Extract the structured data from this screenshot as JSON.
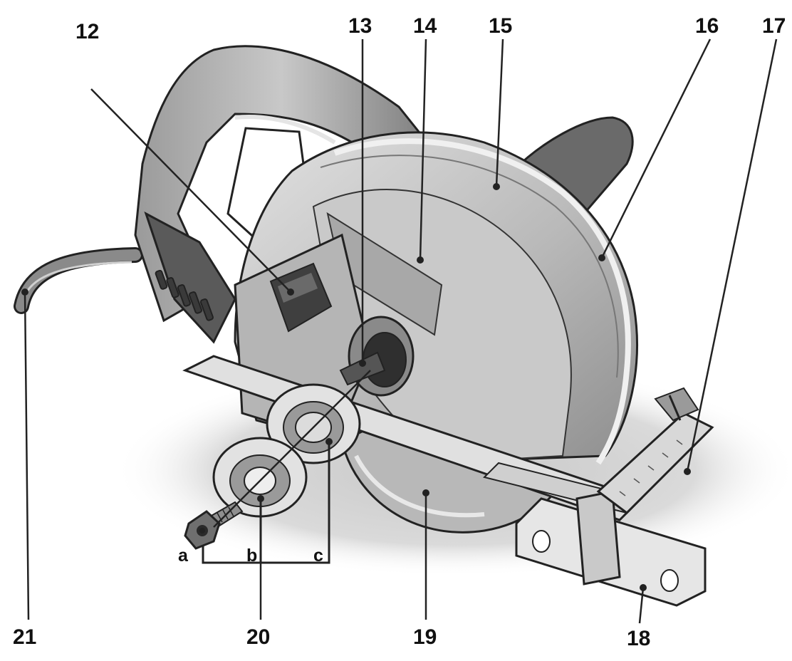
{
  "callouts": {
    "c12": "12",
    "c13": "13",
    "c14": "14",
    "c15": "15",
    "c16": "16",
    "c17": "17",
    "c18": "18",
    "c19": "19",
    "c20": "20",
    "c21": "21"
  },
  "parts": {
    "a": "a",
    "b": "b",
    "c": "c"
  },
  "colors": {
    "body": "#bdbdbd",
    "dark": "#6f6f6f",
    "light": "#dcdcdc",
    "outline": "#222222",
    "shadow": "#d2d2d2",
    "metal": "#e6e6e6"
  }
}
